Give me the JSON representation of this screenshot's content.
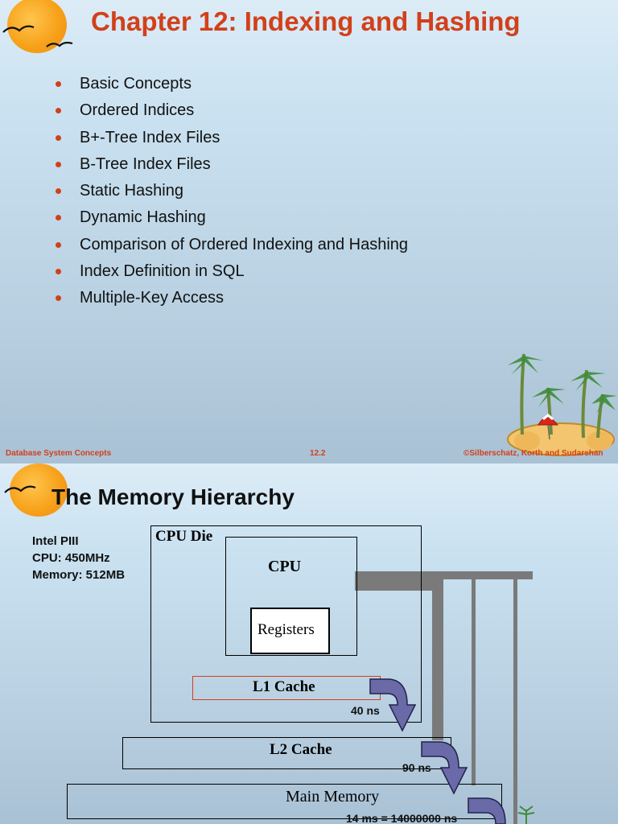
{
  "slide1": {
    "title": "Chapter 12:  Indexing and Hashing",
    "bullets": [
      "Basic Concepts",
      "Ordered Indices",
      "B+-Tree Index Files",
      "B-Tree Index Files",
      "Static Hashing",
      "Dynamic Hashing",
      "Comparison of Ordered Indexing and Hashing",
      "Index Definition in SQL",
      "Multiple-Key Access"
    ],
    "footer": {
      "left": "Database System Concepts",
      "center": "12.2",
      "right": "©Silberschatz, Korth and Sudarshan"
    }
  },
  "slide2": {
    "title": "The Memory Hierarchy",
    "specs": [
      "Intel PIII",
      "CPU: 450MHz",
      "Memory: 512MB"
    ],
    "labels": {
      "cpu_die": "CPU Die",
      "cpu": "CPU",
      "registers": "Registers",
      "l1": "L1 Cache",
      "l2": "L2 Cache",
      "main_memory": "Main Memory"
    },
    "latencies": {
      "l1": "40 ns",
      "l2": "90 ns",
      "main": "14 ms = 14000000 ns"
    }
  },
  "colors": {
    "title_orange": "#d2401a",
    "bullet_orange": "#d2401a",
    "l1_border": "#d2401a",
    "arrow_fill": "#6a6aa8",
    "bus_gray": "#7a7a7a"
  }
}
